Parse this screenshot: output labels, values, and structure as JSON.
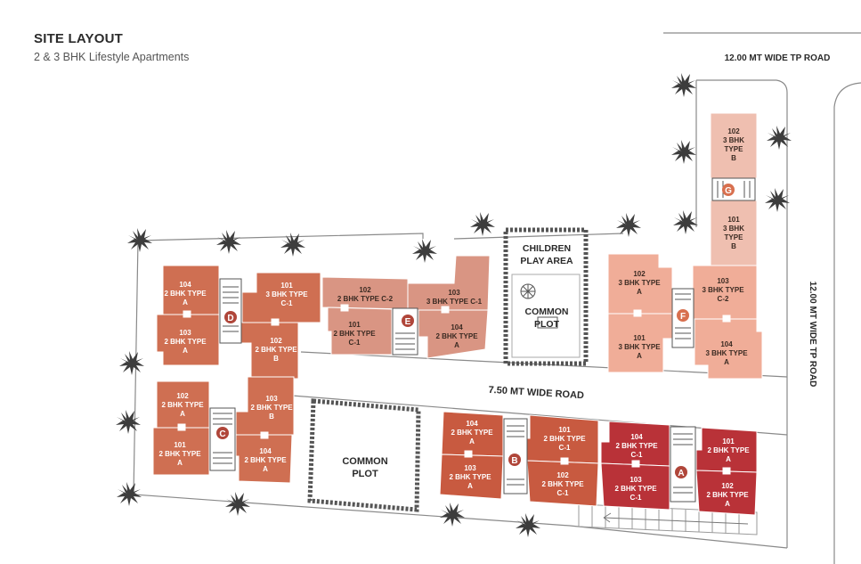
{
  "header": {
    "title": "SITE LAYOUT",
    "subtitle": "2 & 3 BHK Lifestyle Apartments"
  },
  "roads": {
    "top": "12.00 MT WIDE TP ROAD",
    "right": "12.00 MT WIDE TP ROAD",
    "internal": "7.50 MT WIDE ROAD"
  },
  "areas": {
    "children_play_1": "CHILDREN",
    "children_play_2": "PLAY AREA",
    "common1_l1": "COMMON",
    "common1_l2": "PLOT",
    "common2_l1": "COMMON",
    "common2_l2": "PLOT"
  },
  "colors": {
    "tower_A": "#b93238",
    "tower_B": "#c85a40",
    "tower_CD": "#cf6f52",
    "tower_E": "#d99583",
    "tower_F": "#f0ad98",
    "tower_G": "#efbfb0",
    "road_line": "#8a8a8a",
    "tree": "#3d3d3d"
  },
  "blocks": [
    {
      "letter": "A",
      "units": [
        {
          "lines": [
            "104",
            "2 BHK TYPE",
            "C-1"
          ]
        },
        {
          "lines": [
            "103",
            "2 BHK TYPE",
            "C-1"
          ]
        },
        {
          "lines": [
            "101",
            "2 BHK TYPE",
            "A"
          ]
        },
        {
          "lines": [
            "102",
            "2 BHK TYPE",
            "A"
          ]
        }
      ]
    },
    {
      "letter": "B",
      "units": [
        {
          "lines": [
            "104",
            "2 BHK TYPE",
            "A"
          ]
        },
        {
          "lines": [
            "103",
            "2 BHK TYPE",
            "A"
          ]
        },
        {
          "lines": [
            "101",
            "2 BHK TYPE",
            "C-1"
          ]
        },
        {
          "lines": [
            "102",
            "2 BHK TYPE",
            "C-1"
          ]
        }
      ]
    },
    {
      "letter": "C",
      "units": [
        {
          "lines": [
            "102",
            "2 BHK TYPE",
            "A"
          ]
        },
        {
          "lines": [
            "101",
            "2 BHK TYPE",
            "A"
          ]
        },
        {
          "lines": [
            "103",
            "2 BHK TYPE",
            "B"
          ]
        },
        {
          "lines": [
            "104",
            "2 BHK TYPE",
            "A"
          ]
        }
      ]
    },
    {
      "letter": "D",
      "units": [
        {
          "lines": [
            "104",
            "2 BHK TYPE",
            "A"
          ]
        },
        {
          "lines": [
            "103",
            "2 BHK TYPE",
            "A"
          ]
        },
        {
          "lines": [
            "101",
            "3 BHK TYPE",
            "C-1"
          ]
        },
        {
          "lines": [
            "102",
            "2 BHK TYPE",
            "B"
          ]
        }
      ]
    },
    {
      "letter": "E",
      "units": [
        {
          "lines": [
            "102",
            "2 BHK TYPE  C-2"
          ]
        },
        {
          "lines": [
            "101",
            "2 BHK TYPE",
            "C-1"
          ]
        },
        {
          "lines": [
            "103",
            "3 BHK TYPE  C-1"
          ]
        },
        {
          "lines": [
            "104",
            "2 BHK TYPE",
            "A"
          ]
        }
      ]
    },
    {
      "letter": "F",
      "units": [
        {
          "lines": [
            "102",
            "3 BHK TYPE",
            "A"
          ]
        },
        {
          "lines": [
            "101",
            "3 BHK TYPE",
            "A"
          ]
        },
        {
          "lines": [
            "103",
            "3 BHK TYPE",
            "C-2"
          ]
        },
        {
          "lines": [
            "104",
            "3 BHK TYPE",
            "A"
          ]
        }
      ]
    },
    {
      "letter": "G",
      "units": [
        {
          "lines": [
            "102",
            "3 BHK",
            "TYPE",
            "B"
          ]
        },
        {
          "lines": [
            "101",
            "3 BHK",
            "TYPE",
            "B"
          ]
        }
      ]
    }
  ]
}
